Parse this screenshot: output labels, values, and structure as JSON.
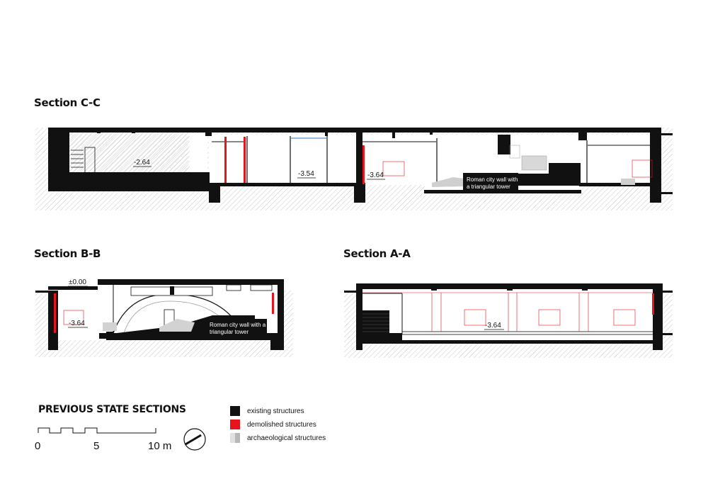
{
  "sections": {
    "cc": {
      "title": "Section C-C",
      "levels": [
        "-2.64",
        "-3.54",
        "-3.64"
      ],
      "note_line1": "Roman city wall with",
      "note_line2": "a triangular tower"
    },
    "bb": {
      "title": "Section B-B",
      "levels": [
        "±0.00",
        "-3.64"
      ],
      "note_line1": "Roman city wall with a",
      "note_line2": "triangular tower"
    },
    "aa": {
      "title": "Section A-A",
      "levels": [
        "-3.64"
      ]
    }
  },
  "legend": {
    "title": "PREVIOUS STATE SECTIONS",
    "items": [
      {
        "label": "existing structures",
        "color": "#111111"
      },
      {
        "label": "demolished structures",
        "color": "#e8141c"
      },
      {
        "label": "archaeological structures",
        "color": "#c8c8c8"
      }
    ]
  },
  "scale": {
    "ticks": [
      "0",
      "5",
      "10 m"
    ]
  },
  "colors": {
    "existing": "#111111",
    "demolished": "#e8141c",
    "archaeological": "#c8c8c8",
    "hatch": "#9a9a9a"
  },
  "icons": {
    "north_arrow": "north-arrow-icon"
  }
}
